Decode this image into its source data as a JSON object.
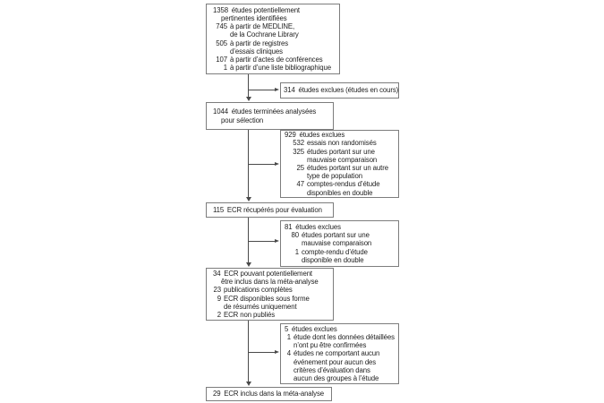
{
  "colors": {
    "background": "#ffffff",
    "box_border": "#7d7d7d",
    "arrow": "#4a4a4a",
    "text": "#1e1e1e"
  },
  "flow": {
    "boxes": {
      "identified": {
        "lines": [
          {
            "n": "1358",
            "t": "études potentiellement",
            "lvl": 0
          },
          {
            "t": "pertinentes identifiées",
            "lvl": 0,
            "cont": true
          },
          {
            "n": "745",
            "t": "à partir de MEDLINE,",
            "lvl": 1
          },
          {
            "t": "de la Cochrane Library",
            "lvl": 1,
            "cont": true
          },
          {
            "n": "505",
            "t": "à partir de registres",
            "lvl": 1
          },
          {
            "t": "d’essais cliniques",
            "lvl": 1,
            "cont": true
          },
          {
            "n": "107",
            "t": "à partir d’actes de conférences",
            "lvl": 1
          },
          {
            "n": "1",
            "t": "à partir d’une liste bibliographique",
            "lvl": 1
          }
        ]
      },
      "excluded_ongoing": {
        "lines": [
          {
            "n": "314",
            "t": "études exclues (études en cours)",
            "lvl": 0
          }
        ]
      },
      "screened": {
        "lines": [
          {
            "n": "1044",
            "t": "études terminées analysées",
            "lvl": 0
          },
          {
            "t": "pour sélection",
            "lvl": 0,
            "cont": true
          }
        ]
      },
      "excluded_screening": {
        "lines": [
          {
            "n": "929",
            "t": "études exclues",
            "lvl": 0
          },
          {
            "n": "532",
            "t": "essais non randomisés",
            "lvl": 1
          },
          {
            "n": "325",
            "t": "études portant sur une",
            "lvl": 1
          },
          {
            "t": "mauvaise comparaison",
            "lvl": 1,
            "cont": true
          },
          {
            "n": "25",
            "t": "études portant sur un autre",
            "lvl": 1
          },
          {
            "t": "type de population",
            "lvl": 1,
            "cont": true
          },
          {
            "n": "47",
            "t": "comptes-rendus d’étude",
            "lvl": 1
          },
          {
            "t": "disponibles en double",
            "lvl": 1,
            "cont": true
          }
        ]
      },
      "retrieved": {
        "lines": [
          {
            "n": "115",
            "t": "ECR récupérés pour évaluation",
            "lvl": 0
          }
        ]
      },
      "excluded_eligibility": {
        "lines": [
          {
            "n": "81",
            "t": "études exclues",
            "lvl": 0
          },
          {
            "n": "80",
            "t": "études portant sur une",
            "lvl": 1
          },
          {
            "t": "mauvaise comparaison",
            "lvl": 1,
            "cont": true
          },
          {
            "n": "1",
            "t": "compte-rendu d’étude",
            "lvl": 1
          },
          {
            "t": "disponible en double",
            "lvl": 1,
            "cont": true
          }
        ]
      },
      "potentially_included": {
        "lines": [
          {
            "n": "34",
            "t": "ECR pouvant potentiellement",
            "lvl": 0
          },
          {
            "t": "être inclus dans la méta-analyse",
            "lvl": 0,
            "cont": true
          },
          {
            "n": "23",
            "t": "publications complètes",
            "lvl": 1
          },
          {
            "n": "9",
            "t": "ECR disponibles sous forme",
            "lvl": 1
          },
          {
            "t": "de résumés uniquement",
            "lvl": 1,
            "cont": true
          },
          {
            "n": "2",
            "t": "ECR non publiés",
            "lvl": 1
          }
        ]
      },
      "excluded_analysis": {
        "lines": [
          {
            "n": "5",
            "t": "études exclues",
            "lvl": 0
          },
          {
            "n": "1",
            "t": "étude dont les données détaillées",
            "lvl": 1
          },
          {
            "t": "n’ont pu être confirmées",
            "lvl": 1,
            "cont": true
          },
          {
            "n": "4",
            "t": "études ne comportant aucun",
            "lvl": 1
          },
          {
            "t": "événement pour aucun des",
            "lvl": 1,
            "cont": true
          },
          {
            "t": "critères d’évaluation dans",
            "lvl": 1,
            "cont": true
          },
          {
            "t": "aucun des groupes à l’étude",
            "lvl": 1,
            "cont": true
          }
        ]
      },
      "included": {
        "lines": [
          {
            "n": "29",
            "t": "ECR inclus dans la méta-analyse",
            "lvl": 0
          }
        ]
      }
    }
  }
}
